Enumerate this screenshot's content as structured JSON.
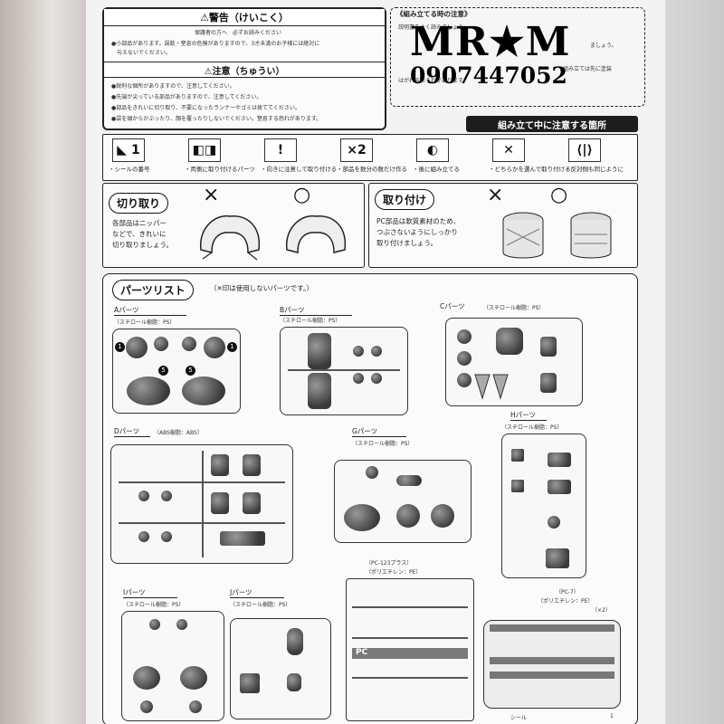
{
  "warning": {
    "title": "⚠警告（けいこく）",
    "line1": "保護者の方へ　必ずお読みください",
    "line2": "●小部品があります。誤飲・窒息の危険がありますので、3才未満のお子様には絶対に",
    "line3": "与えないでください。"
  },
  "caution": {
    "title": "⚠注意（ちゅうい）",
    "line1": "●鋭利な個所がありますので、注意してください。",
    "line2": "●先端が尖っている部品がありますので、注意してください。",
    "line3": "●部品をきれいに切り取り、不要になったランナーやゴミは捨ててください。",
    "line4": "●袋を頭からかぶったり、顔を覆ったりしないでください。窒息する恐れがあります。"
  },
  "assembly_notes": {
    "title": "《組み立てる時の注意》",
    "line1": "説明書をよく読みましょう",
    "line2": "ましょう。",
    "line3": "組み立ては先に塗装",
    "line4": "はがれるおそれがあります。"
  },
  "watermark": {
    "brand": "MR★M",
    "phone": "0907447052"
  },
  "attention_header": "組み立て中に注意する箇所",
  "icons": [
    {
      "name": "seal-number-icon",
      "glyph": "◣ 1",
      "label": "・シールの番号"
    },
    {
      "name": "attach-before-icon",
      "glyph": "◧◨",
      "label": "・両側に取り付けるパーツ"
    },
    {
      "name": "warning-exclamation-icon",
      "glyph": "!",
      "label": "・向きに注意して取り付ける"
    },
    {
      "name": "make-two-icon",
      "glyph": "×2",
      "label": "・部品を数分の数だけ作る"
    },
    {
      "name": "assemble-later-icon",
      "glyph": "◐",
      "label": "・後に組み立てる"
    },
    {
      "name": "choose-one-icon",
      "glyph": "✕",
      "label": "・どちらかを選んで取り付ける"
    },
    {
      "name": "mirror-icon",
      "glyph": "⟨|⟩",
      "label": "・反対側も同じように"
    }
  ],
  "cut_section": {
    "title": "切り取り",
    "text1": "各部品はニッパー",
    "text2": "などで、きれいに",
    "text3": "切り取りましょう。",
    "bad": "×",
    "good": "○"
  },
  "attach_section": {
    "title": "取り付け",
    "text1": "PC部品は軟質素材のため、",
    "text2": "つぶさないようにしっかり",
    "text3": "取り付けましょう。",
    "bad": "×",
    "good": "○"
  },
  "parts_list": {
    "title": "パーツリスト",
    "note": "（✕印は使用しないパーツです。）",
    "a_name": "Aパーツ",
    "a_mat": "（スチロール樹脂：PS）",
    "b_name": "Bパーツ",
    "b_mat": "（スチロール樹脂：PS）",
    "c_name": "Cパーツ",
    "c_mat": "（スチロール樹脂：PS）",
    "d_name": "Dパーツ",
    "d_mat": "（ABS樹脂：ABS）",
    "g_name": "Gパーツ",
    "g_mat": "（スチロール樹脂：PS）",
    "h_name": "Hパーツ",
    "h_mat": "（スチロール樹脂：PS）",
    "i_name": "Iパーツ",
    "i_mat": "（スチロール樹脂：PS）",
    "j_name": "Jパーツ",
    "j_mat": "（スチロール樹脂：PS）",
    "pc123_name": "（PC-123プラス）",
    "pc123_mat": "（ポリエチレン：PE）",
    "pc7_name": "（PC-7）",
    "pc7_mat": "（ポリエチレン：PE）",
    "pc7_qty": "（×2）",
    "pc_tag": "PC",
    "seal": "シール",
    "seal_count": "1"
  }
}
